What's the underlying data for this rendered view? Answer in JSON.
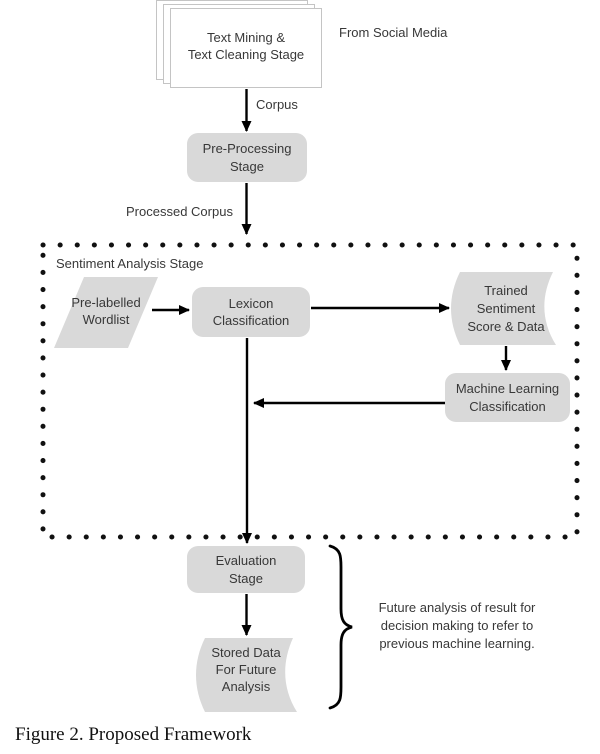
{
  "figure": {
    "caption": "Figure 2. Proposed Framework"
  },
  "colors": {
    "node_fill": "#d9d9d9",
    "line": "#000000",
    "dotted_border": "#111111",
    "text": "#383838",
    "page_border": "#c4c4c4"
  },
  "nodes": {
    "text_mining": {
      "label": "Text Mining &\nText Cleaning Stage",
      "shape": "stacked-documents"
    },
    "preprocessing": {
      "label": "Pre-Processing\nStage",
      "shape": "rounded-rect"
    },
    "prelabelled_wordlist": {
      "label": "Pre-labelled\nWordlist",
      "shape": "parallelogram"
    },
    "lexicon": {
      "label": "Lexicon\nClassification",
      "shape": "rounded-rect"
    },
    "trained_sentiment": {
      "label": "Trained\nSentiment\nScore & Data",
      "shape": "stored-data"
    },
    "machine_learning": {
      "label": "Machine Learning\nClassification",
      "shape": "rounded-rect"
    },
    "evaluation": {
      "label": "Evaluation\nStage",
      "shape": "rounded-rect"
    },
    "stored_data": {
      "label": "Stored Data\nFor Future\nAnalysis",
      "shape": "stored-data"
    }
  },
  "edge_labels": {
    "from_social_media": "From Social Media",
    "corpus": "Corpus",
    "processed_corpus": "Processed Corpus"
  },
  "container": {
    "sentiment_stage_label": "Sentiment Analysis Stage"
  },
  "annotation": {
    "brace_note": "Future analysis of result for\ndecision making to refer to\nprevious machine learning."
  }
}
